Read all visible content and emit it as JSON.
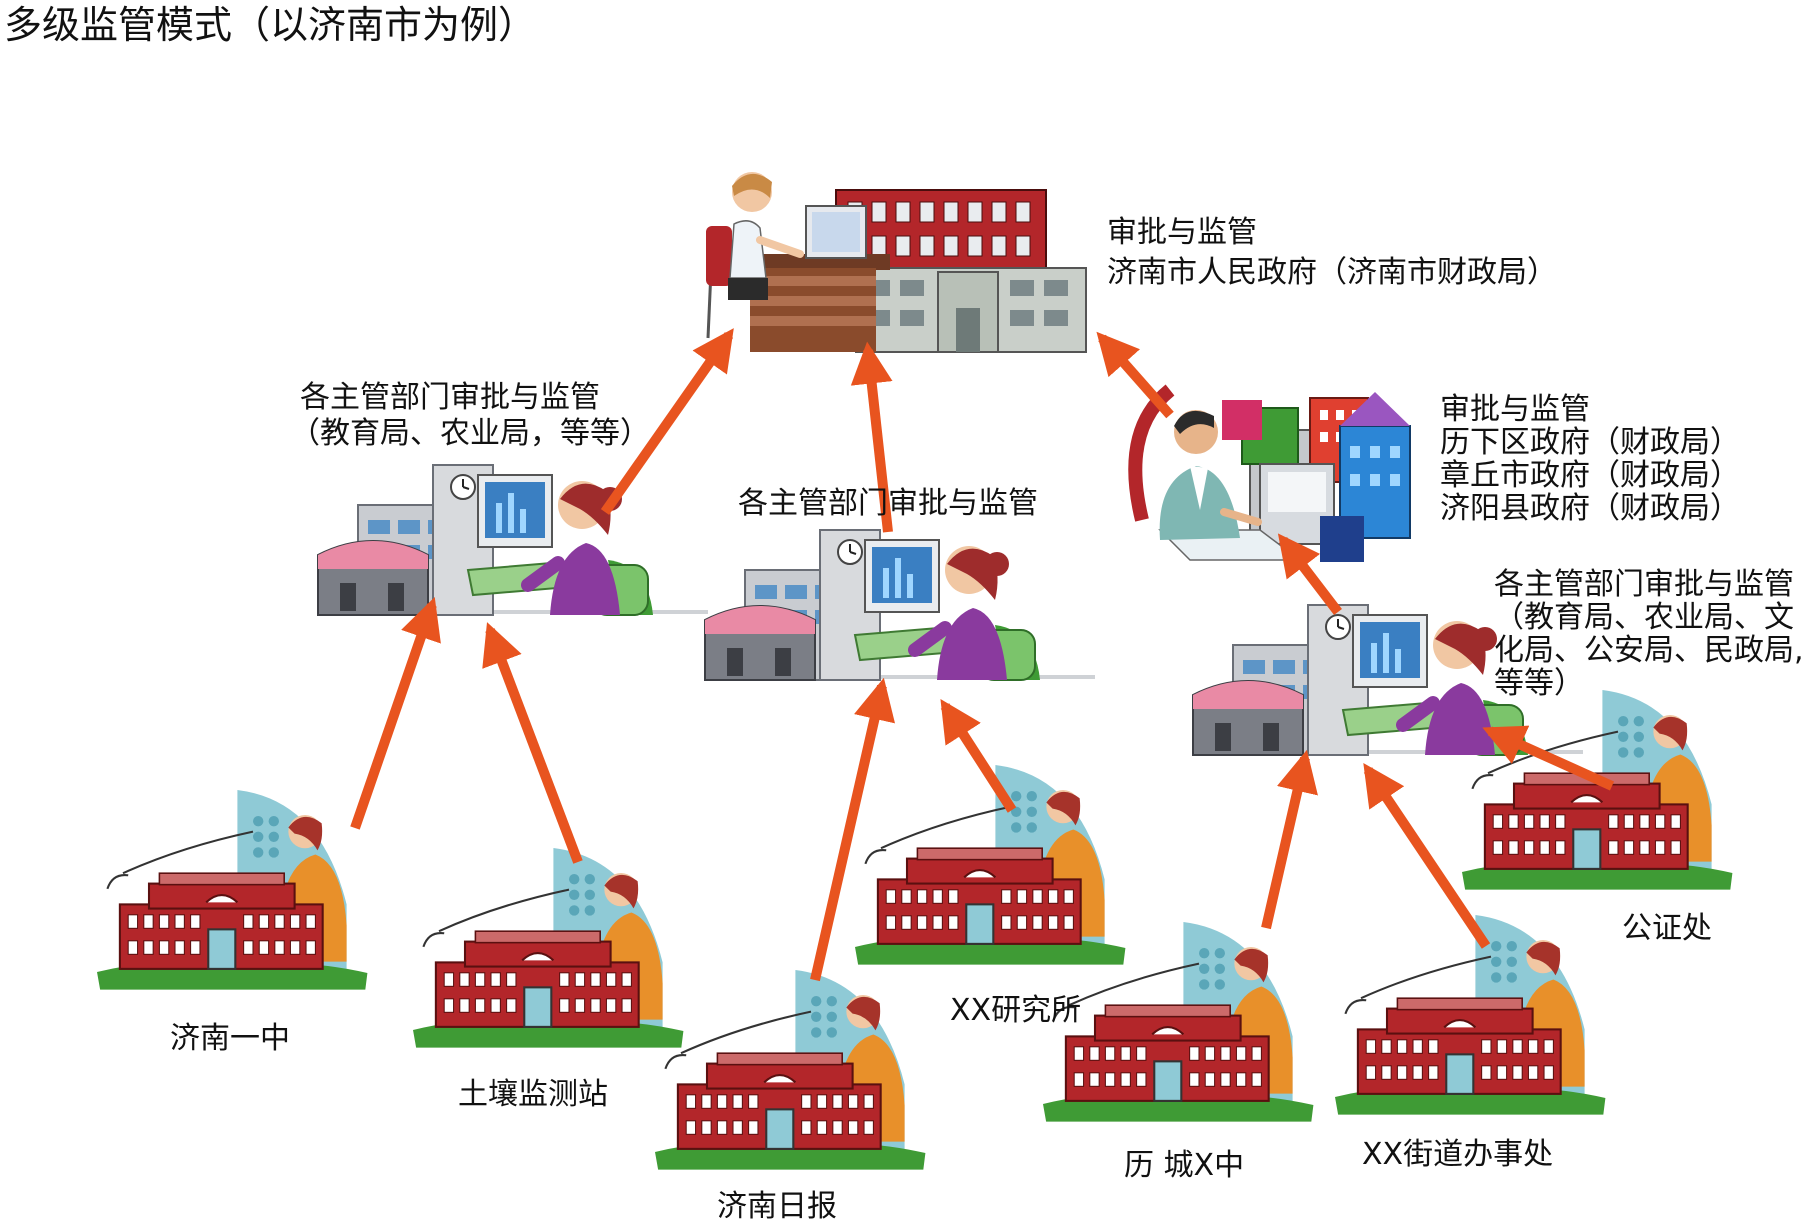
{
  "title": "多级监管模式（以济南市为例）",
  "top": {
    "line1": "审批与监管",
    "line2": "济南市人民政府（济南市财政局）"
  },
  "left_dept": {
    "line1": "各主管部门审批与监管",
    "line2": "（教育局、农业局，等等）"
  },
  "mid_dept": {
    "line1": "各主管部门审批与监管"
  },
  "district": {
    "line1": "审批与监管",
    "line2": "历下区政府（财政局）",
    "line3": "章丘市政府（财政局）",
    "line4": "济阳县政府（财政局）"
  },
  "right_dept": {
    "line1": "各主管部门审批与监管",
    "line2": "（教育局、农业局、文",
    "line3": "化局、公安局、民政局,",
    "line4": "等等）"
  },
  "units": {
    "jinan_yizhong": "济南一中",
    "soil_station": "土壤监测站",
    "jinan_daily": "济南日报",
    "research_institute": "XX研究所",
    "licheng_school": "历 城X中",
    "street_office": "XX街道办事处",
    "notary_office": "公证处"
  },
  "colors": {
    "arrow": "#e8541f",
    "brick": "#b3262a",
    "roof": "#cc6a6a",
    "desk": "#8a4b2c",
    "person_purple": "#8a3a9e",
    "person_orange": "#e8902a",
    "hill_blue": "#8fcad6",
    "grass": "#3f9b35",
    "grey_building": "#8c8f96",
    "monitor_blue": "#3a7fc2"
  }
}
